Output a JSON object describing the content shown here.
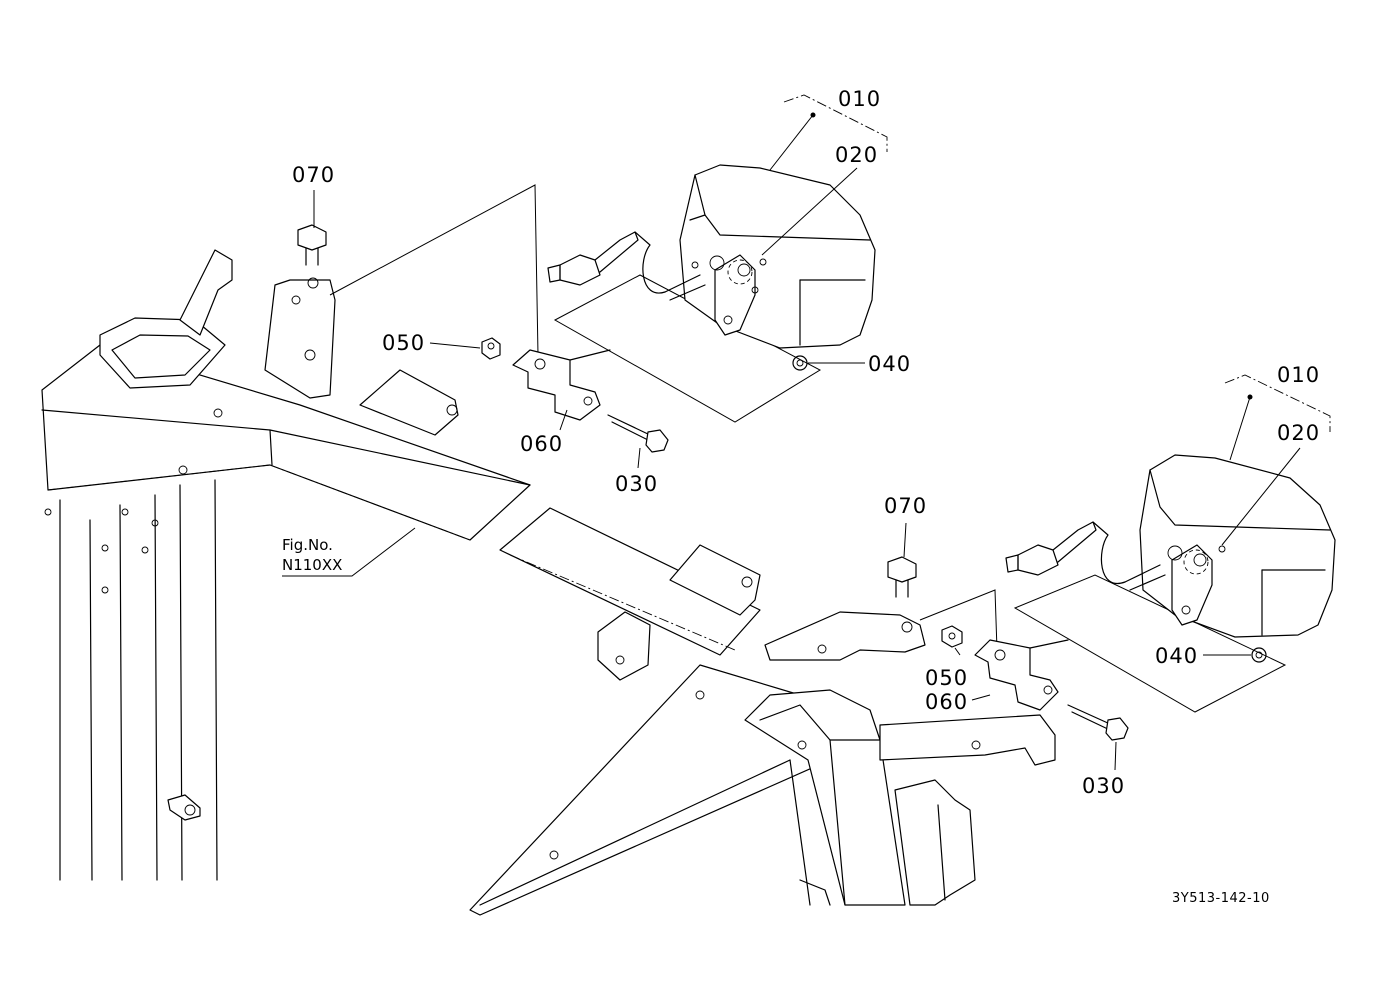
{
  "labels": {
    "p010_a": "010",
    "p020_a": "020",
    "p070_a": "070",
    "p050_a": "050",
    "p060_a": "060",
    "p030_a": "030",
    "p040_a": "040",
    "p010_b": "010",
    "p020_b": "020",
    "p070_b": "070",
    "p050_b": "050",
    "p060_b": "060",
    "p030_b": "030",
    "p040_b": "040"
  },
  "figure_ref": {
    "line1": "Fig.No.",
    "line2": "N110XX"
  },
  "drawing_code": "3Y513-142-10"
}
